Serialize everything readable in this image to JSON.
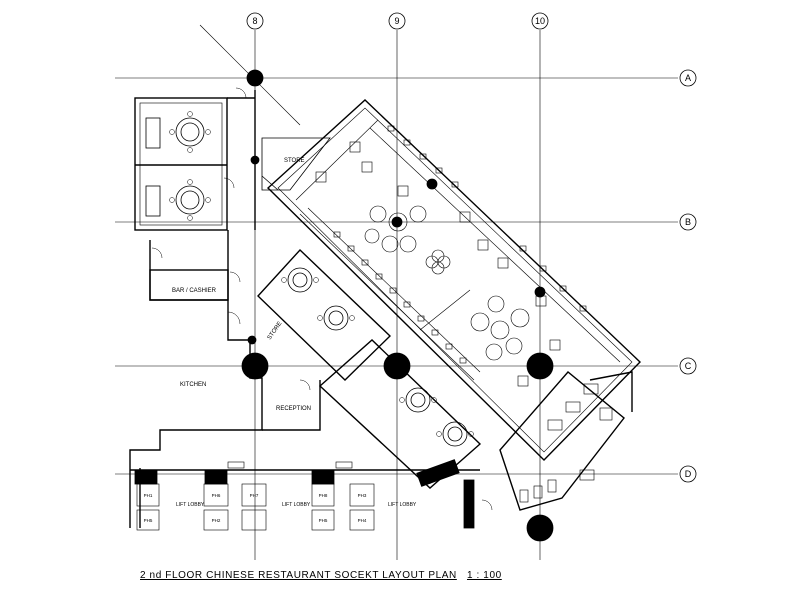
{
  "grid": {
    "columns": [
      "8",
      "9",
      "10"
    ],
    "rows": [
      "A",
      "B",
      "C",
      "D"
    ]
  },
  "rooms": {
    "store_top": "STORE",
    "store_mid": "STORE",
    "bar": "BAR / CASHIER",
    "kitchen": "KITCHEN",
    "reception": "RECEPTION",
    "lift_lobby": "LIFT LOBBY"
  },
  "lifts": [
    "PH1",
    "PH6",
    "PH7",
    "PH8",
    "PH3",
    "PH5",
    "PH2",
    "PH5",
    "PH4"
  ],
  "caption": {
    "title": "2 nd FLOOR CHINESE RESTAURANT SOCEKT LAYOUT PLAN",
    "scale": "1 : 100"
  }
}
